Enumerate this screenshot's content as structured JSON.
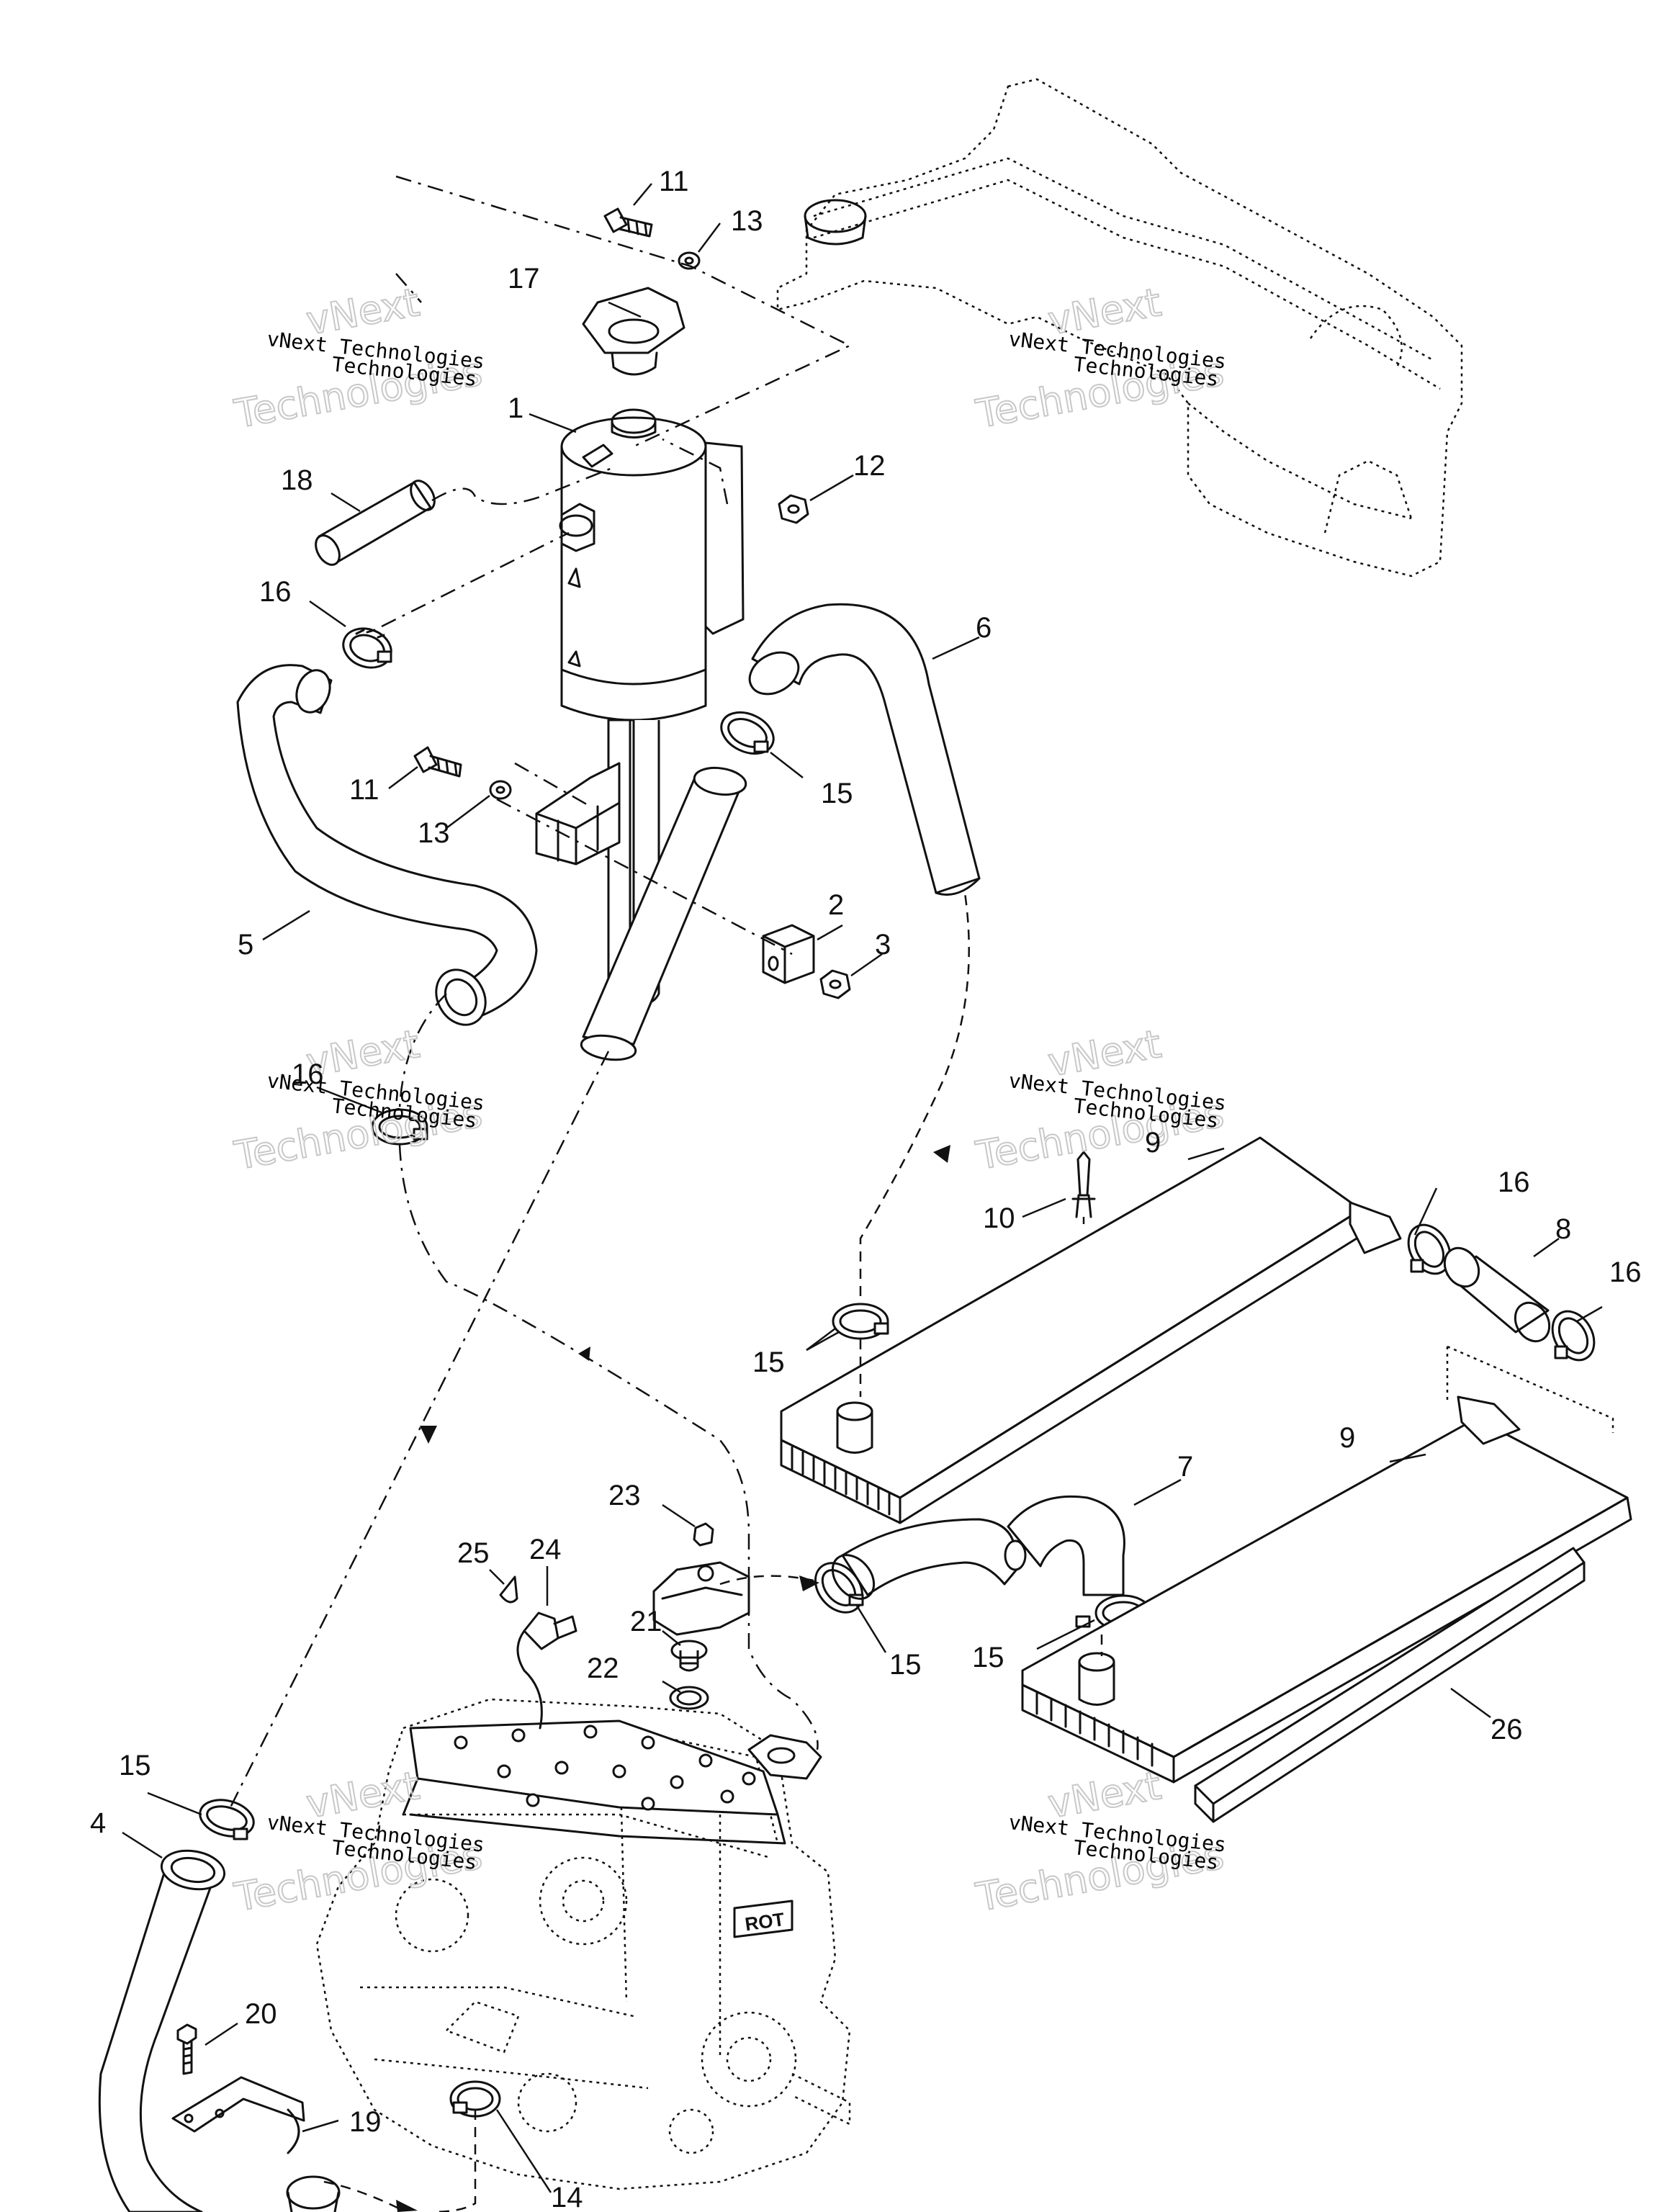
{
  "diagram": {
    "callouts": [
      {
        "id": "c1",
        "text": "1"
      },
      {
        "id": "c2",
        "text": "2"
      },
      {
        "id": "c3",
        "text": "3"
      },
      {
        "id": "c4",
        "text": "4"
      },
      {
        "id": "c5",
        "text": "5"
      },
      {
        "id": "c6",
        "text": "6"
      },
      {
        "id": "c7",
        "text": "7"
      },
      {
        "id": "c8",
        "text": "8"
      },
      {
        "id": "c9a",
        "text": "9"
      },
      {
        "id": "c9b",
        "text": "9"
      },
      {
        "id": "c10",
        "text": "10"
      },
      {
        "id": "c11a",
        "text": "11"
      },
      {
        "id": "c11b",
        "text": "11"
      },
      {
        "id": "c12",
        "text": "12"
      },
      {
        "id": "c13a",
        "text": "13"
      },
      {
        "id": "c13b",
        "text": "13"
      },
      {
        "id": "c14",
        "text": "14"
      },
      {
        "id": "c15a",
        "text": "15"
      },
      {
        "id": "c15b",
        "text": "15"
      },
      {
        "id": "c15c",
        "text": "15"
      },
      {
        "id": "c15d",
        "text": "15"
      },
      {
        "id": "c15e",
        "text": "15"
      },
      {
        "id": "c15f",
        "text": "15"
      },
      {
        "id": "c16a",
        "text": "16"
      },
      {
        "id": "c16b",
        "text": "16"
      },
      {
        "id": "c16c",
        "text": "16"
      },
      {
        "id": "c16d",
        "text": "16"
      },
      {
        "id": "c17",
        "text": "17"
      },
      {
        "id": "c18",
        "text": "18"
      },
      {
        "id": "c19",
        "text": "19"
      },
      {
        "id": "c20",
        "text": "20"
      },
      {
        "id": "c21",
        "text": "21"
      },
      {
        "id": "c22",
        "text": "22"
      },
      {
        "id": "c23",
        "text": "23"
      },
      {
        "id": "c24",
        "text": "24"
      },
      {
        "id": "c25",
        "text": "25"
      },
      {
        "id": "c26",
        "text": "26"
      }
    ],
    "watermark": {
      "line1": "vNext",
      "line2": "Technologies",
      "caption": "vNext Technologies"
    },
    "engine_badge": "ROT"
  }
}
